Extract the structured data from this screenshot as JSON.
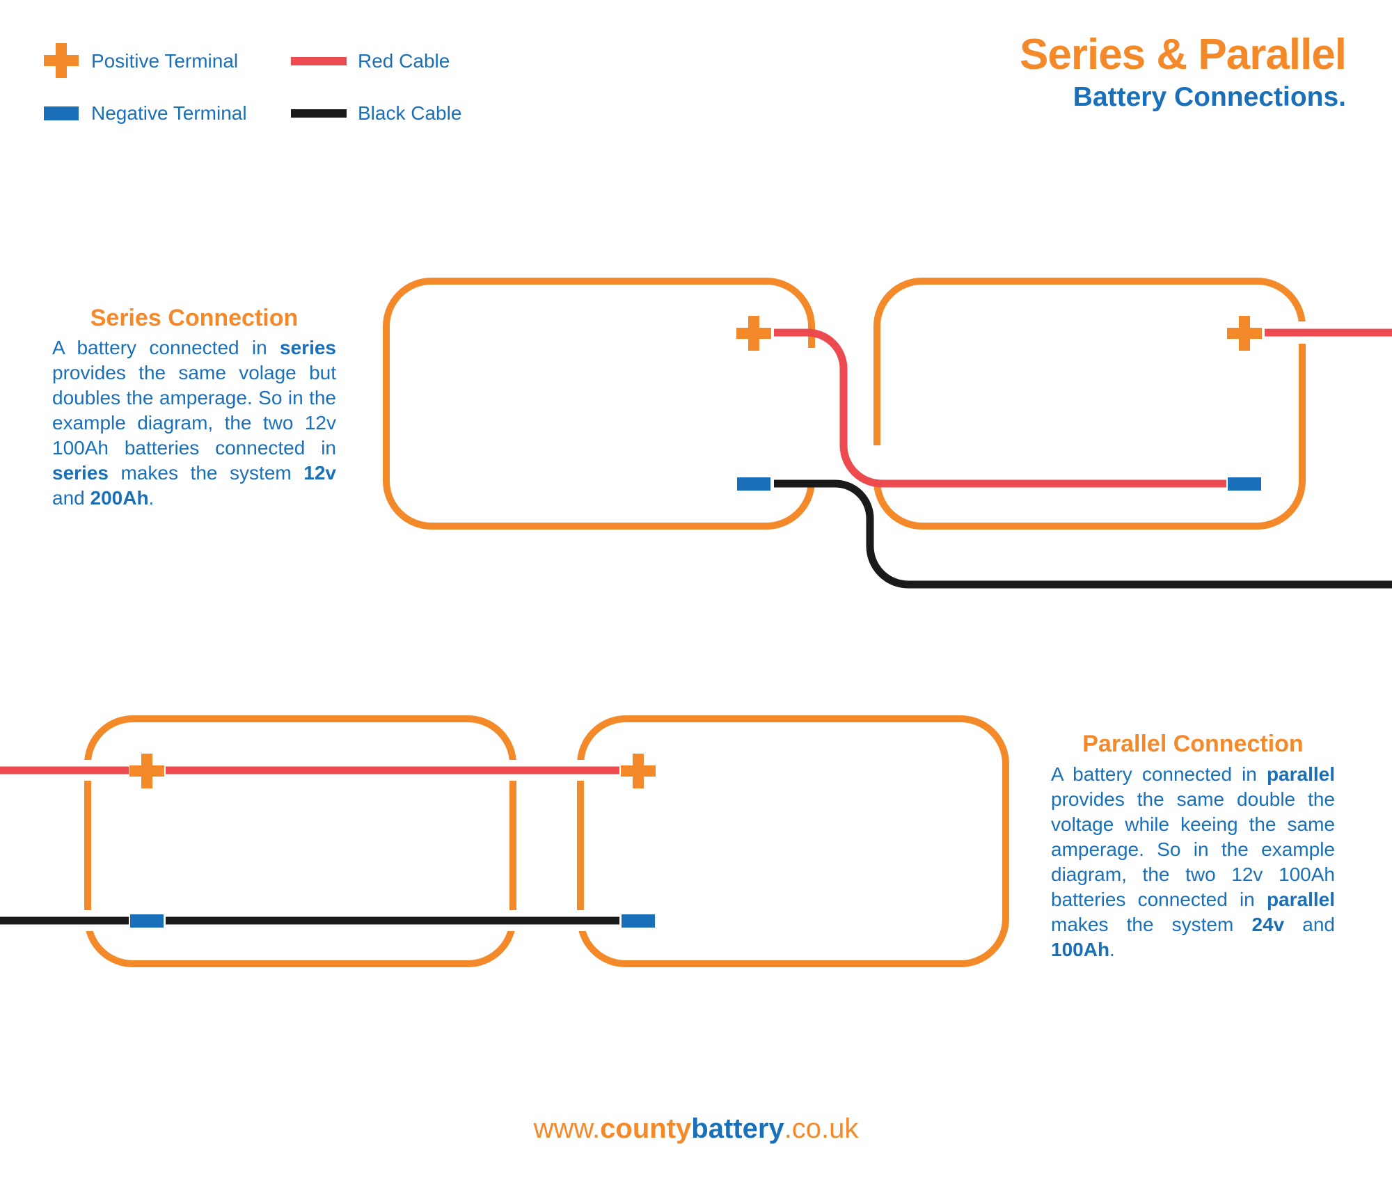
{
  "colors": {
    "orange": "#f4892a",
    "blue": "#1a6fb9",
    "red": "#ec4a4f",
    "black": "#1a1a1a"
  },
  "legend": {
    "positive": {
      "label": "Positive Terminal",
      "icon": "plus-icon"
    },
    "negative": {
      "label": "Negative Terminal",
      "icon": "negative-terminal-icon"
    },
    "red_cable": {
      "label": "Red Cable"
    },
    "black_cable": {
      "label": "Black Cable"
    }
  },
  "title": {
    "main": "Series & Parallel",
    "sub": "Battery Connections."
  },
  "series": {
    "heading": "Series Connection",
    "body": [
      {
        "t": "A battery connected in "
      },
      {
        "t": "series",
        "b": true
      },
      {
        "t": " provides the same volage but doubles the amperage. So in the example diagram, the two 12v 100Ah batteries connected in "
      },
      {
        "t": "series",
        "b": true
      },
      {
        "t": " makes the system "
      },
      {
        "t": "12v",
        "b": true
      },
      {
        "t": " and "
      },
      {
        "t": "200Ah",
        "b": true
      },
      {
        "t": "."
      }
    ]
  },
  "parallel": {
    "heading": "Parallel Connection",
    "body": [
      {
        "t": "A battery connected in "
      },
      {
        "t": "parallel",
        "b": true
      },
      {
        "t": " provides the same double the voltage while keeing the same amperage. So in the example diagram, the two 12v 100Ah batteries connected in "
      },
      {
        "t": "parallel",
        "b": true
      },
      {
        "t": " makes the system "
      },
      {
        "t": "24v",
        "b": true
      },
      {
        "t": " and "
      },
      {
        "t": "100Ah",
        "b": true
      },
      {
        "t": "."
      }
    ]
  },
  "footer": {
    "prefix": "www.",
    "brand1": "county",
    "brand2": "battery",
    "suffix": ".co.uk"
  }
}
